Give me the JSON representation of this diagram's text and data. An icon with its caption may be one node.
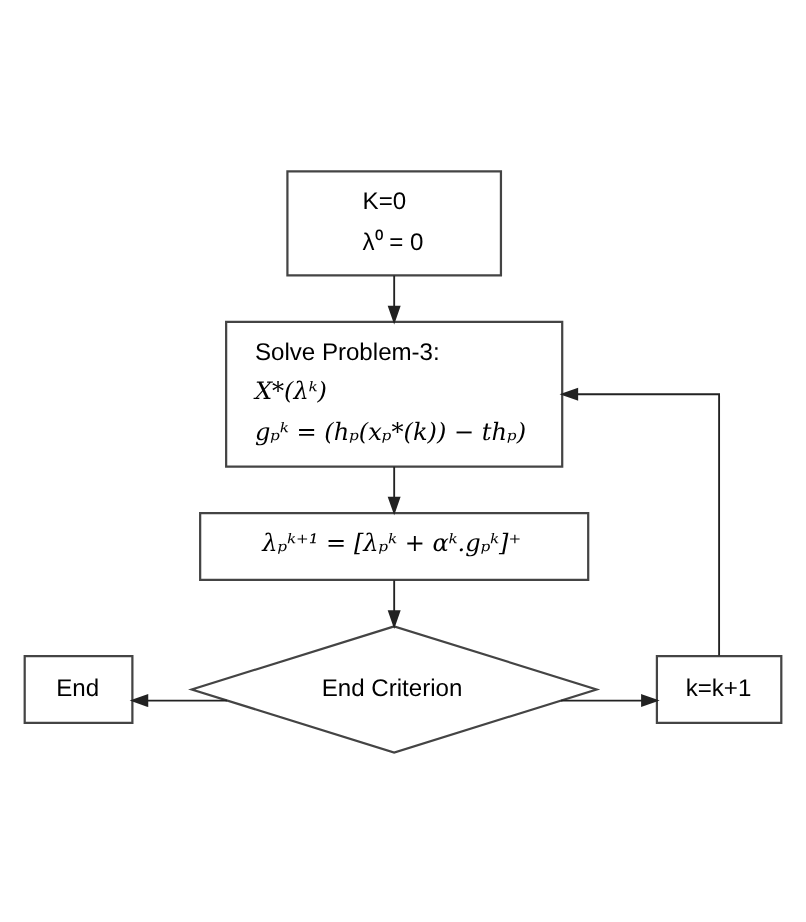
{
  "diagram": {
    "nodes": [
      {
        "text": [
          "K=0",
          "λ⁰ = 0"
        ]
      },
      {
        "text": [
          "Solve Problem-3:",
          "X*(λᵏ)",
          "gₚᵏ = (hₚ(xₚ*(k)) − thₚ)"
        ]
      },
      {
        "text": [
          "λₚᵏ⁺¹ = [λₚᵏ + αᵏ.gₚᵏ]⁺"
        ]
      },
      {
        "text": [
          "End"
        ]
      },
      {
        "text": [
          "End Criterion"
        ]
      },
      {
        "text": [
          "k=k+1"
        ]
      }
    ],
    "edges": [
      {
        "from": 0,
        "to": 1,
        "arrow": "to"
      },
      {
        "from": 1,
        "to": 2,
        "arrow": "to"
      },
      {
        "from": 2,
        "to": 4,
        "arrow": "to"
      },
      {
        "from": 4,
        "to": 3,
        "arrow": "to"
      },
      {
        "from": 4,
        "to": 5,
        "arrow": "to"
      },
      {
        "from": 5,
        "to": 1,
        "arrow": "to"
      }
    ]
  }
}
